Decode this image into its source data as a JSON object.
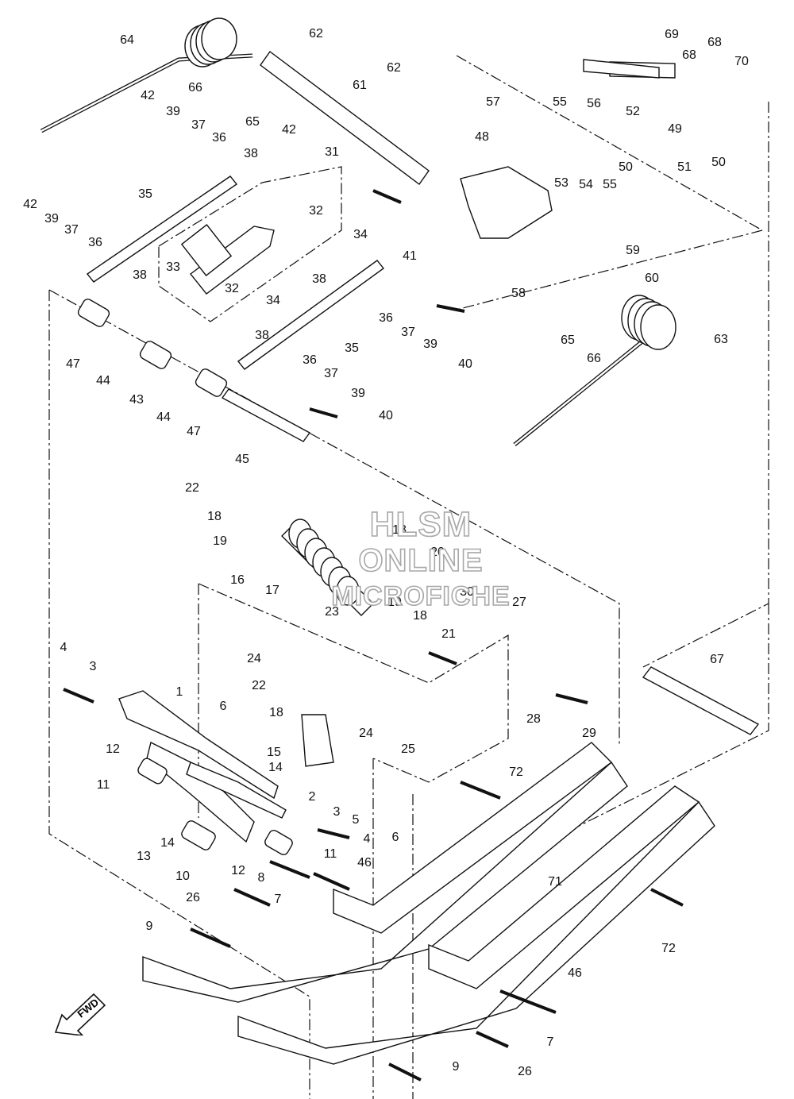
{
  "watermark": {
    "line1": "HLSM",
    "line2": "ONLINE",
    "line3": "MICROFICHE"
  },
  "direction_badge": "FWD",
  "part_numbers": [
    "1",
    "2",
    "3",
    "4",
    "5",
    "6",
    "7",
    "8",
    "9",
    "10",
    "11",
    "12",
    "13",
    "14",
    "15",
    "16",
    "17",
    "18",
    "19",
    "20",
    "21",
    "22",
    "23",
    "24",
    "25",
    "26",
    "27",
    "28",
    "29",
    "30",
    "31",
    "32",
    "33",
    "34",
    "35",
    "36",
    "37",
    "38",
    "39",
    "40",
    "41",
    "42",
    "43",
    "44",
    "45",
    "46",
    "47",
    "48",
    "49",
    "50",
    "51",
    "52",
    "53",
    "54",
    "55",
    "56",
    "57",
    "58",
    "59",
    "60",
    "61",
    "62",
    "63",
    "64",
    "65",
    "66",
    "67",
    "68",
    "69",
    "70",
    "71",
    "72"
  ],
  "colors": {
    "line": "#111111",
    "fill": "#ffffff",
    "watermark_stroke": "#a8a8a8"
  }
}
